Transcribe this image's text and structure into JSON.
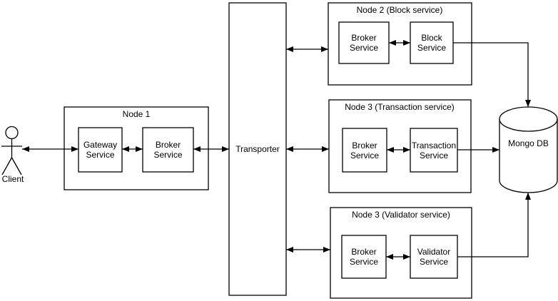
{
  "canvas": {
    "background": "#ffffff",
    "stroke_color": "#000000",
    "text_color": "#000000"
  },
  "actor": {
    "label": "Client"
  },
  "node1": {
    "title": "Node 1",
    "gateway_label": "Gateway Service",
    "broker_label": "Broker Service"
  },
  "transporter": {
    "label": "Transporter"
  },
  "node2": {
    "title": "Node 2 (Block service)",
    "broker_label": "Broker Service",
    "block_label": "Block Service"
  },
  "node3_transaction": {
    "title": "Node 3 (Transaction service)",
    "broker_label": "Broker Service",
    "transaction_label": "Transaction Service"
  },
  "node3_validator": {
    "title": "Node 3 (Validator service)",
    "broker_label": "Broker Service",
    "validator_label": "Validator Service"
  },
  "database": {
    "label": "Mongo DB"
  },
  "connections": [
    {
      "from": "Client",
      "to": "Gateway Service",
      "bidirectional": true
    },
    {
      "from": "Gateway Service",
      "to": "Broker Service (Node 1)",
      "bidirectional": true
    },
    {
      "from": "Broker Service (Node 1)",
      "to": "Transporter",
      "bidirectional": true
    },
    {
      "from": "Transporter",
      "to": "Node 2 (Block service)",
      "bidirectional": true
    },
    {
      "from": "Transporter",
      "to": "Node 3 (Transaction service)",
      "bidirectional": true
    },
    {
      "from": "Transporter",
      "to": "Node 3 (Validator service)",
      "bidirectional": true
    },
    {
      "from": "Broker Service (Node 2)",
      "to": "Block Service",
      "bidirectional": true
    },
    {
      "from": "Broker Service (Node 3 transaction)",
      "to": "Transaction Service",
      "bidirectional": true
    },
    {
      "from": "Broker Service (Node 3 validator)",
      "to": "Validator Service",
      "bidirectional": true
    },
    {
      "from": "Block Service",
      "to": "Mongo DB",
      "bidirectional": false
    },
    {
      "from": "Transaction Service",
      "to": "Mongo DB",
      "bidirectional": false
    },
    {
      "from": "Validator Service",
      "to": "Mongo DB",
      "bidirectional": false
    }
  ]
}
